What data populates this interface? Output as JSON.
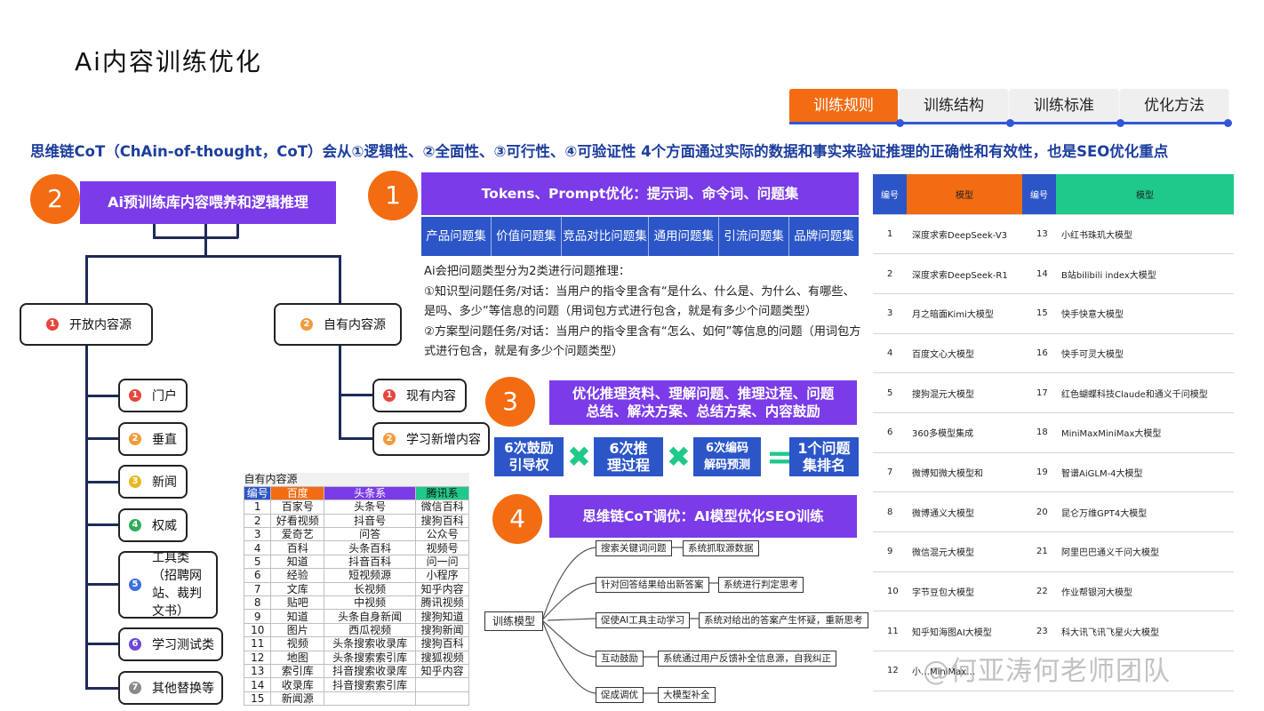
{
  "title": "Ai内容训练优化",
  "tabs": [
    {
      "label": "训练规则",
      "active": true
    },
    {
      "label": "训练结构",
      "active": false
    },
    {
      "label": "训练标准",
      "active": false
    },
    {
      "label": "优化方法",
      "active": false
    }
  ],
  "subtitle": "思维链CoT（ChAin-of-thought，CoT）会从①逻辑性、②全面性、③可行性、④可验证性 4个方面通过实际的数据和事实来验证推理的正确性和有效性，也是SEO优化重点",
  "section2": {
    "number": "2",
    "banner": "Ai预训练库内容喂养和逻辑推理",
    "open": {
      "num": "1",
      "label": "开放内容源"
    },
    "own": {
      "num": "2",
      "label": "自有内容源"
    },
    "open_items": [
      {
        "num": "1",
        "label": "门户",
        "color": "#e8453c"
      },
      {
        "num": "2",
        "label": "垂直",
        "color": "#f29b3a"
      },
      {
        "num": "3",
        "label": "新闻",
        "color": "#e6b820"
      },
      {
        "num": "4",
        "label": "权威",
        "color": "#2fae5a"
      },
      {
        "num": "5",
        "label": "工具类（招聘网站、裁判文书）",
        "color": "#3b6fe0"
      },
      {
        "num": "6",
        "label": "学习测试类",
        "color": "#6c47d8"
      },
      {
        "num": "7",
        "label": "其他替换等",
        "color": "#8a8a8a"
      }
    ],
    "own_items": [
      {
        "num": "1",
        "label": "现有内容",
        "color": "#e8453c"
      },
      {
        "num": "2",
        "label": "学习新增内容",
        "color": "#f29b3a"
      }
    ]
  },
  "own_table": {
    "caption": "自有内容源",
    "headers": [
      "编号",
      "百度",
      "头条系",
      "腾讯系"
    ],
    "header_colors": [
      "#2c56c8",
      "#f36c12",
      "#7b3be8",
      "#1ec98a"
    ],
    "rows": [
      [
        "1",
        "百家号",
        "头条号",
        "微信百科"
      ],
      [
        "2",
        "好看视频",
        "抖音号",
        "搜狗百科"
      ],
      [
        "3",
        "爱奇艺",
        "问答",
        "公众号"
      ],
      [
        "4",
        "百科",
        "头条百科",
        "视频号"
      ],
      [
        "5",
        "知道",
        "抖音百科",
        "问一问"
      ],
      [
        "6",
        "经验",
        "短视频源",
        "小程序"
      ],
      [
        "7",
        "文库",
        "长视频",
        "知乎内容"
      ],
      [
        "8",
        "贴吧",
        "中视频",
        "腾讯视频"
      ],
      [
        "9",
        "知道",
        "头条自身新闻",
        "搜狗知道"
      ],
      [
        "10",
        "图片",
        "西瓜视频",
        "搜狗新闻"
      ],
      [
        "11",
        "视频",
        "头条搜索收录库",
        "搜狗百科"
      ],
      [
        "12",
        "地图",
        "头条搜索索引库",
        "搜狐视频"
      ],
      [
        "13",
        "索引库",
        "抖音搜索收录库",
        "知乎内容"
      ],
      [
        "14",
        "收录库",
        "抖音搜索索引库",
        ""
      ],
      [
        "15",
        "新闻源",
        "",
        ""
      ]
    ]
  },
  "section1": {
    "number": "1",
    "banner": "Tokens、Prompt优化：提示词、命令词、问题集",
    "question_sets": [
      "产品问题集",
      "价值问题集",
      "竞品对比问题集",
      "通用问题集",
      "引流问题集",
      "品牌问题集"
    ],
    "para1": "Ai会把问题类型分为2类进行问题推理：",
    "para2": "①知识型问题任务/对话：当用户的指令里含有“是什么、什么是、为什么、有哪些、是吗、多少”等信息的问题（用词包方式进行包含，就是有多少个问题类型）",
    "para3": "②方案型问题任务/对话：当用户的指令里含有“怎么、如何”等信息的问题（用词包方式进行包含，就是有多少个问题类型）"
  },
  "section3": {
    "number": "3",
    "banner_line1": "优化推理资料、理解问题、推理过程、问题",
    "banner_line2": "总结、解决方案、总结方案、内容鼓励",
    "box1_l1": "6次鼓励",
    "box1_l2": "引导权",
    "box2_l1": "6次推",
    "box2_l2": "理过程",
    "box3_l1": "6次编码",
    "box3_l2": "解码预测",
    "box4_l1": "1个问题",
    "box4_l2": "集排名",
    "op_x": "✖",
    "op_eq": "="
  },
  "section4": {
    "number": "4",
    "banner": "思维链CoT调优：AI模型优化SEO训练",
    "root": "训练模型",
    "branches": [
      {
        "label": "搜索关键词问题",
        "result": "系统抓取源数据"
      },
      {
        "label": "针对回答结果给出新答案",
        "result": "系统进行判定思考"
      },
      {
        "label": "促使AI工具主动学习",
        "result": "系统对给出的答案产生怀疑，重新思考"
      },
      {
        "label": "互动鼓励",
        "result": "系统通过用户反馈补全信息源，自我纠正"
      },
      {
        "label": "促成调优",
        "result": "大模型补全"
      }
    ]
  },
  "model_table": {
    "headers": [
      "编号",
      "模型",
      "编号",
      "模型"
    ],
    "header_colors": [
      "#2c56c8",
      "#f36c12",
      "#2c56c8",
      "#1ec98a"
    ],
    "rows": [
      [
        "1",
        "深度求索DeepSeek-V3",
        "13",
        "小红书珠玑大模型"
      ],
      [
        "2",
        "深度求索DeepSeek-R1",
        "14",
        "B站bilibili index大模型"
      ],
      [
        "3",
        "月之暗面Kimi大模型",
        "15",
        "快手快意大模型"
      ],
      [
        "4",
        "百度文心大模型",
        "16",
        "快手可灵大模型"
      ],
      [
        "5",
        "搜狗混元大模型",
        "17",
        "红色蝴蝶科技Claude和通义千问模型"
      ],
      [
        "6",
        "360多模型集成",
        "18",
        "MiniMaxMiniMax大模型"
      ],
      [
        "7",
        "微博知微大模型和",
        "19",
        "智谱AiGLM-4大模型"
      ],
      [
        "8",
        "微博通义大模型",
        "20",
        "昆仑万维GPT4大模型"
      ],
      [
        "9",
        "微信混元大模型",
        "21",
        "阿里巴巴通义千问大模型"
      ],
      [
        "10",
        "字节豆包大模型",
        "22",
        "作业帮银河大模型"
      ],
      [
        "11",
        "知乎知海图AI大模型",
        "23",
        "科大讯飞讯飞星火大模型"
      ],
      [
        "12",
        "小…MiniMax…",
        "",
        ""
      ]
    ]
  },
  "watermark": "@何亚涛何老师团队"
}
